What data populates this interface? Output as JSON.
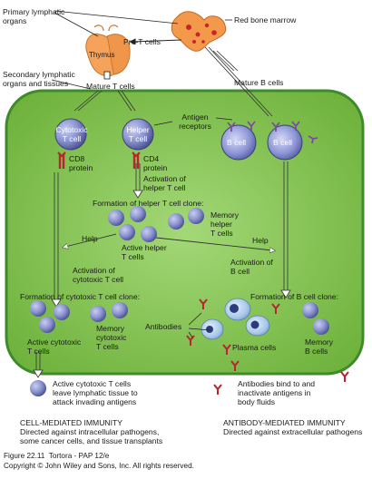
{
  "colors": {
    "tissue_green": "#7fc34a",
    "tissue_border": "#3f8a2a",
    "cell_purple": "#7c86c8",
    "cell_dark": "#4a4f8e",
    "plasma_blue": "#a6c6e8",
    "antibody_red": "#b8252e",
    "marrow_orange": "#f29a4a",
    "thymus_orange": "#f5a25a",
    "arrow_white": "#ffffff"
  },
  "labels": {
    "primary_lymphatic": "Primary lymphatic\norgans",
    "red_bone_marrow": "Red bone marrow",
    "pre_t_cells": "Pre-T cells",
    "thymus": "Thymus",
    "secondary_lymphatic": "Secondary lymphatic\norgans and tissues",
    "mature_t_cells": "Mature T cells",
    "mature_b_cells": "Mature B cells",
    "cytotoxic_t_cell": "Cytotoxic\nT cell",
    "helper_t_cell": "Helper\nT cell",
    "antigen_receptors": "Antigen\nreceptors",
    "b_cell_1": "B cell",
    "b_cell_2": "B cell",
    "cd8_protein": "CD8\nprotein",
    "cd4_protein": "CD4\nprotein",
    "activation_helper": "Activation of\nhelper T cell",
    "formation_helper_clone": "Formation of helper T cell clone:",
    "memory_helper": "Memory\nhelper\nT cells",
    "help_left": "Help",
    "help_right": "Help",
    "active_helper": "Active helper\nT cells",
    "activation_cytotoxic": "Activation of\ncytotoxic T cell",
    "activation_b": "Activation of\nB cell",
    "formation_cytotoxic_clone": "Formation of cytotoxic T cell clone:",
    "formation_b_clone": "Formation of B cell clone:",
    "antibodies": "Antibodies",
    "memory_cytotoxic": "Memory\ncytotoxic\nT cells",
    "active_cytotoxic": "Active cytotoxic\nT cells",
    "plasma_cells": "Plasma cells",
    "memory_b": "Memory\nB cells",
    "active_cytotoxic_leave": "Active cytotoxic T cells\nleave lymphatic tissue to\nattack invading antigens",
    "antibodies_bind": "Antibodies bind to and\ninactivate antigens in\nbody fluids"
  },
  "immunity": {
    "cell_mediated_title": "CELL-MEDIATED IMMUNITY",
    "cell_mediated_desc": "Directed against intracellular pathogens,\nsome cancer cells, and tissue transplants",
    "antibody_mediated_title": "ANTIBODY-MEDIATED IMMUNITY",
    "antibody_mediated_desc": "Directed against extracellular pathogens"
  },
  "credits": {
    "figure": "Figure 22.11  Tortora - PAP 12/e",
    "copyright": "Copyright © John Wiley and Sons, Inc. All rights reserved."
  },
  "icons": [
    "thymus-icon",
    "bone-marrow-icon",
    "t-cell-icon",
    "b-cell-icon",
    "plasma-cell-icon",
    "antibody-icon",
    "arrow-icon"
  ]
}
